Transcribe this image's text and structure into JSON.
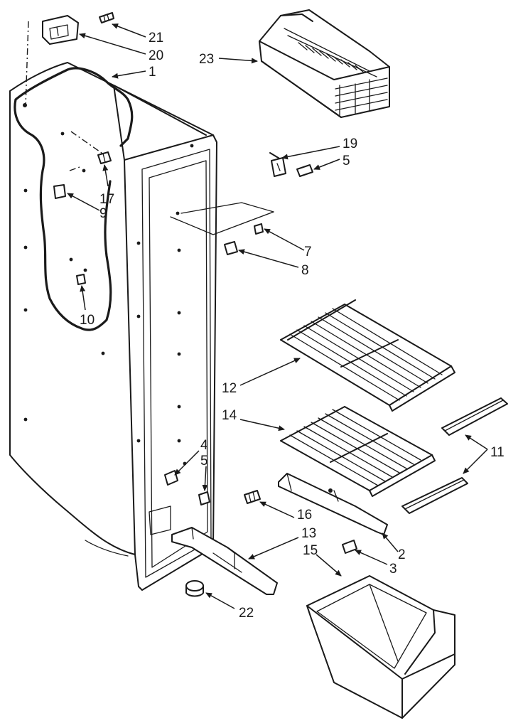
{
  "callouts": {
    "c1": "1",
    "c2": "2",
    "c3": "3",
    "c4": "4",
    "c5a": "5",
    "c5b": "5",
    "c7": "7",
    "c8": "8",
    "c9": "9",
    "c10": "10",
    "c11": "11",
    "c12": "12",
    "c13": "13",
    "c14": "14",
    "c15": "15",
    "c16": "16",
    "c17": "17",
    "c19": "19",
    "c20": "20",
    "c21": "21",
    "c22": "22",
    "c23": "23"
  }
}
